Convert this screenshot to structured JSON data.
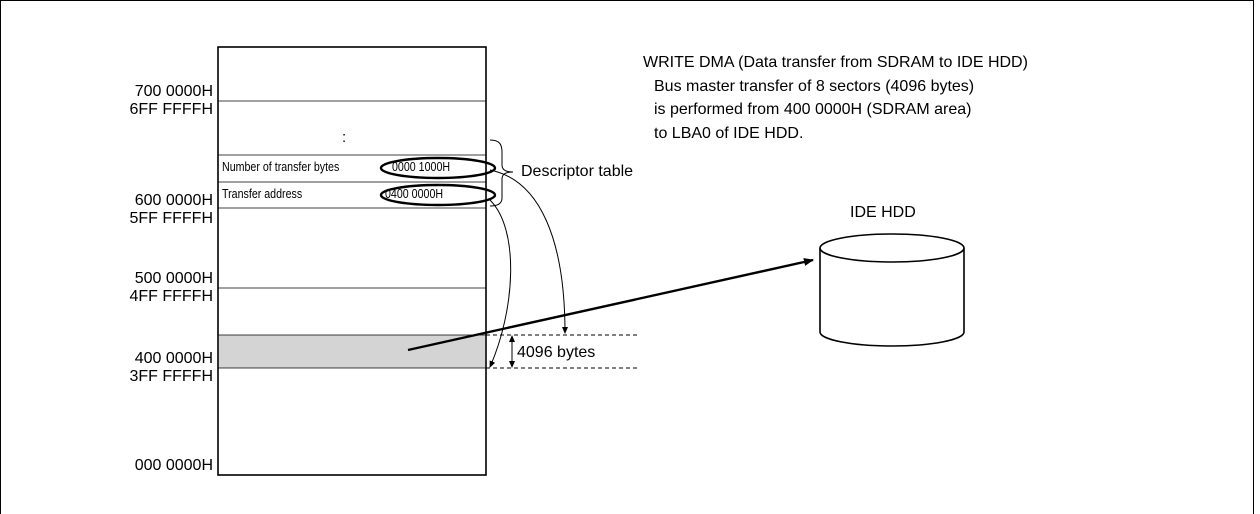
{
  "addresses": {
    "a700": "700 0000H",
    "a6ff": "6FF FFFFH",
    "a600": "600 0000H",
    "a5ff": "5FF FFFFH",
    "a500": "500 0000H",
    "a4ff": "4FF FFFFH",
    "a400": "400 0000H",
    "a3ff": "3FF FFFFH",
    "a000": "000 0000H"
  },
  "memory": {
    "ellipsis": ":",
    "bytes_label": "Number of transfer bytes",
    "bytes_value": "0000 1000H",
    "addr_label": "Transfer address",
    "addr_value": "0400 0000H",
    "shaded_color": "#d4d4d4"
  },
  "descriptor_label": "Descriptor table",
  "size_label": "4096 bytes",
  "hdd_label": "IDE HDD",
  "description": {
    "line1": "WRITE DMA (Data transfer from SDRAM to IDE HDD)",
    "line2": "Bus master transfer of 8 sectors (4096 bytes)",
    "line3": "is performed from 400 0000H (SDRAM area)",
    "line4": "to LBA0 of IDE HDD."
  }
}
